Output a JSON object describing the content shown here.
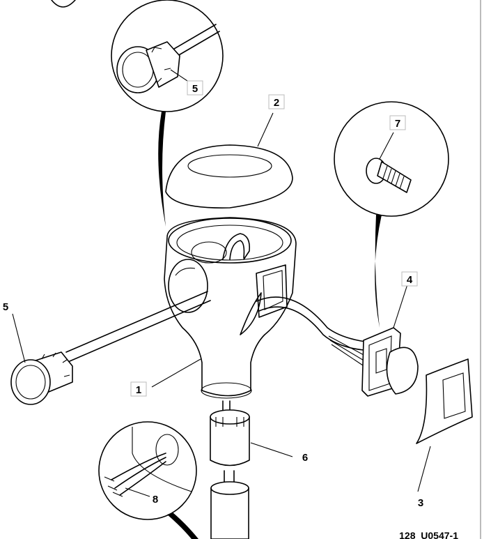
{
  "callouts": {
    "c1": "1",
    "c2": "2",
    "c3": "3",
    "c4": "4",
    "c5_detail": "5",
    "c5_main": "5",
    "c6": "6",
    "c7": "7",
    "c8": "8"
  },
  "drawing_ref": "128_U0547-1"
}
